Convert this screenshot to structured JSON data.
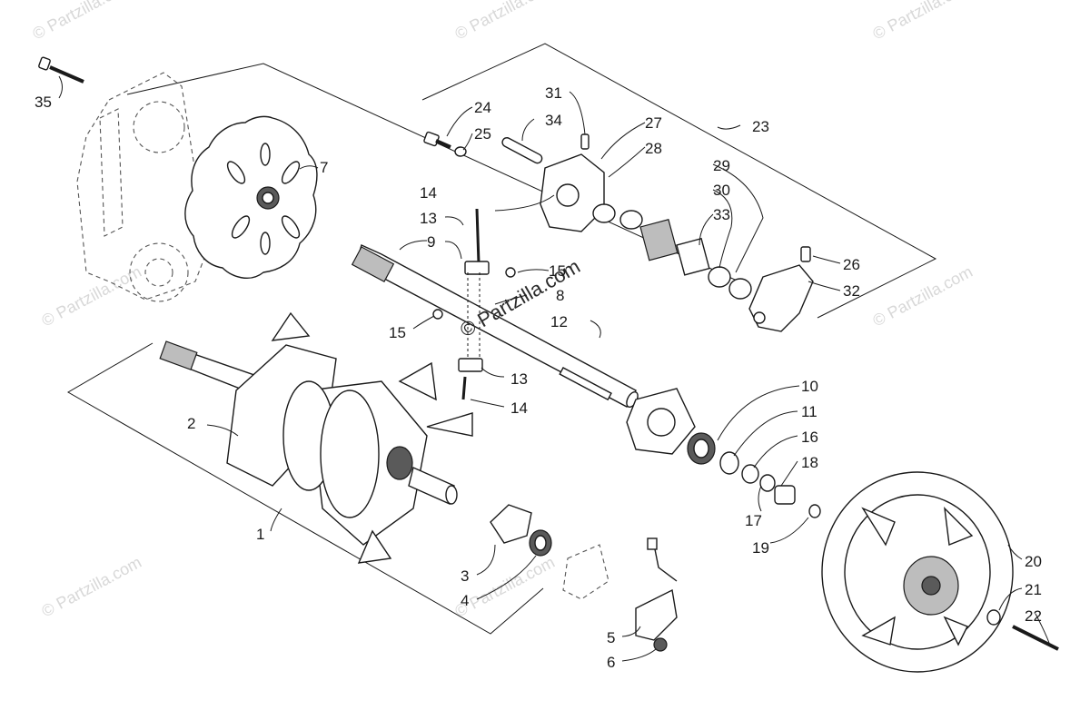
{
  "watermark": {
    "small": "© Partzilla.com",
    "center": "© Partzilla.com"
  },
  "callouts": {
    "c1": "1",
    "c2": "2",
    "c3": "3",
    "c4": "4",
    "c5": "5",
    "c6": "6",
    "c7": "7",
    "c8": "8",
    "c9": "9",
    "c10": "10",
    "c11": "11",
    "c12": "12",
    "c13a": "13",
    "c13b": "13",
    "c14a": "14",
    "c14b": "14",
    "c15a": "15",
    "c15b": "15",
    "c16": "16",
    "c17": "17",
    "c18": "18",
    "c19": "19",
    "c20": "20",
    "c21": "21",
    "c22": "22",
    "c23": "23",
    "c24": "24",
    "c25": "25",
    "c26": "26",
    "c27": "27",
    "c28": "28",
    "c29": "29",
    "c30": "30",
    "c31": "31",
    "c32": "32",
    "c33": "33",
    "c34": "34",
    "c35": "35"
  },
  "colors": {
    "line": "#1a1a1a",
    "watermark": "#d8d8d8",
    "fill_gray": "#bdbdbd"
  }
}
